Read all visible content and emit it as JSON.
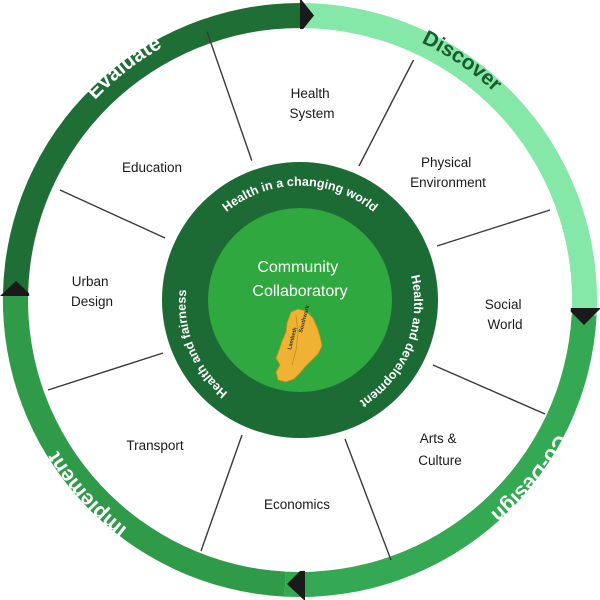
{
  "phases": {
    "discover": "Discover",
    "co_design": "Co-Design",
    "implement": "Implement",
    "evaluate": "Evaluate"
  },
  "sectors": {
    "health_system": [
      "Health",
      "System"
    ],
    "physical_environment": [
      "Physical",
      "Environment"
    ],
    "social_world": [
      "Social",
      "World"
    ],
    "arts_culture": [
      "Arts &",
      "Culture"
    ],
    "economics": [
      "Economics"
    ],
    "transport": [
      "Transport"
    ],
    "urban_design": [
      "Urban",
      "Design"
    ],
    "education": [
      "Education"
    ]
  },
  "inner_ring": {
    "top": "Health in a changing world",
    "right": "Health and development",
    "left": "Health and fairness"
  },
  "center": {
    "line1": "Community",
    "line2": "Collaboratory",
    "map_label_1": "Southwark",
    "map_label_2": "Lambeth"
  },
  "colors": {
    "discover": "#86e8a8",
    "co_design": "#34a852",
    "implement": "#2f9a48",
    "evaluate": "#1e6e36",
    "inner_ring": "#1d6b34",
    "center": "#2fa83f",
    "map": "#efb233"
  }
}
